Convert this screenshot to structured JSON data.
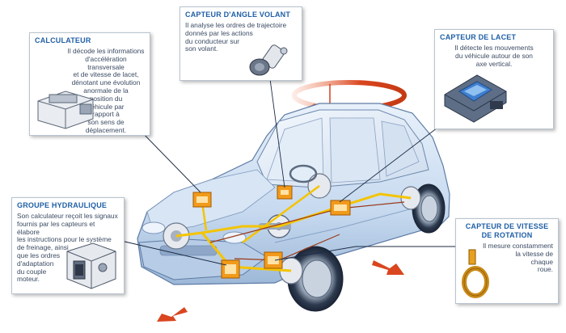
{
  "labels": {
    "calculateur": {
      "title": "CALCULATEUR",
      "lines": [
        "Il décode les informations",
        "d'accélération transversale",
        "et de vitesse de lacet,",
        "dénotant une évolution",
        "anormale de la",
        "position du",
        "véhicule par",
        "rapport à",
        "son sens de",
        "déplacement."
      ]
    },
    "capteur_angle_volant": {
      "title": "CAPTEUR D'ANGLE VOLANT",
      "lines": [
        "Il analyse les ordres de trajectoire",
        "donnés par les actions",
        "du conducteur sur",
        "son volant."
      ]
    },
    "capteur_lacet": {
      "title": "CAPTEUR DE LACET",
      "lines": [
        "Il détecte les mouvements",
        "du véhicule autour de son",
        "axe vertical."
      ]
    },
    "groupe_hydraulique": {
      "title": "GROUPE HYDRAULIQUE",
      "lines": [
        "Son calculateur reçoit les signaux",
        "fournis par les capteurs et élabore",
        "les instructions pour le système",
        "de freinage, ainsi",
        "que les ordres",
        "d'adaptation",
        "du couple",
        "moteur."
      ]
    },
    "capteur_vitesse_rotation": {
      "title_lines": [
        "CAPTEUR DE VITESSE",
        "DE ROTATION"
      ],
      "lines": [
        "Il mesure constamment",
        "la vitesse de",
        "chaque",
        "roue."
      ]
    }
  },
  "colors": {
    "title_blue": "#1f5fa6",
    "text": "#3b4b63",
    "car_body": "#cfe0f3",
    "arrow_red": "#d9461f",
    "wiring_yellow": "#f4c400",
    "sensor_orange": "#f29a1a"
  }
}
